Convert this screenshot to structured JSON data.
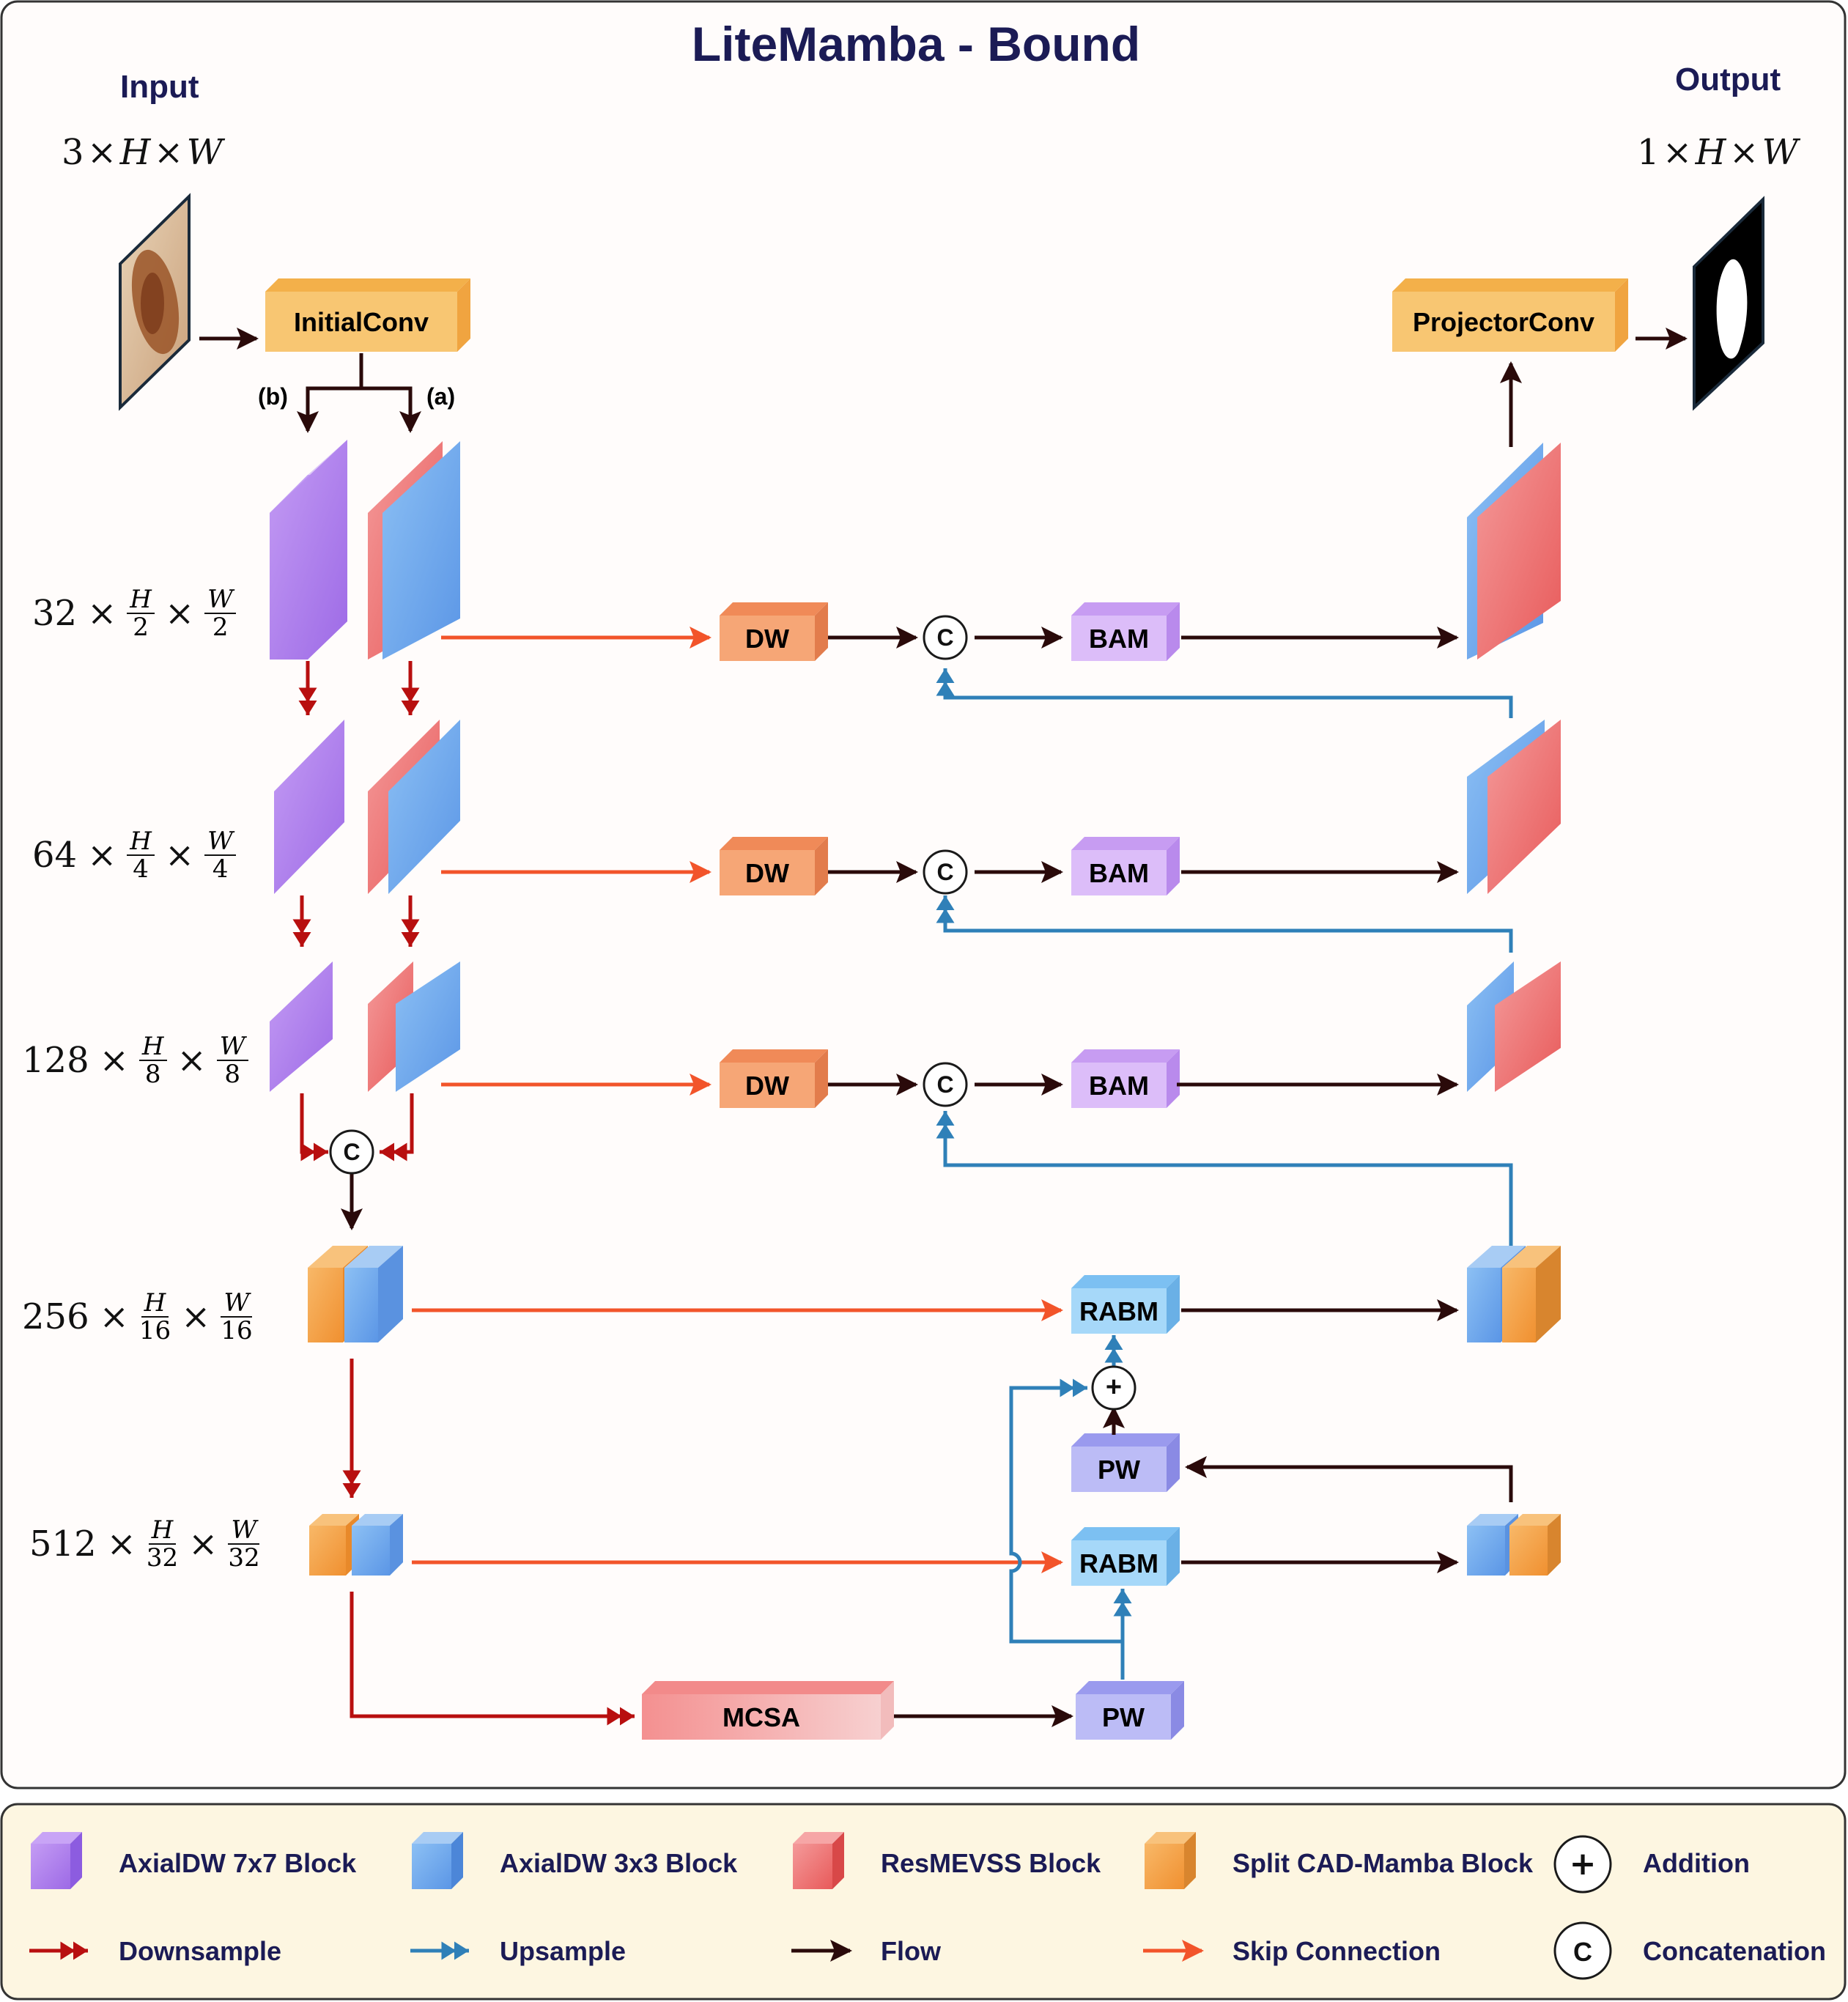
{
  "title": "LiteMamba - Bound",
  "input": {
    "label": "Input",
    "dims": [
      "3",
      "H",
      "W"
    ]
  },
  "output": {
    "label": "Output",
    "dims": [
      "1",
      "H",
      "W"
    ]
  },
  "levels": [
    {
      "channels": "32",
      "h": "H",
      "w": "W",
      "den": "2"
    },
    {
      "channels": "64",
      "h": "H",
      "w": "W",
      "den": "4"
    },
    {
      "channels": "128",
      "h": "H",
      "w": "W",
      "den": "8"
    },
    {
      "channels": "256",
      "h": "H",
      "w": "W",
      "den": "16"
    },
    {
      "channels": "512",
      "h": "H",
      "w": "W",
      "den": "32"
    }
  ],
  "times": "×",
  "blocks": {
    "initial_conv": "InitialConv",
    "projector_conv": "ProjectorConv",
    "dw": "DW",
    "bam": "BAM",
    "rabm": "RABM",
    "pw": "PW",
    "mcsa": "MCSA",
    "concat_symbol": "C",
    "add_symbol": "+"
  },
  "branches": {
    "b": "(b)",
    "a": "(a)"
  },
  "legend": {
    "items": [
      {
        "label": "AxialDW 7x7 Block",
        "icon": "purple-cube-icon"
      },
      {
        "label": "AxialDW 3x3 Block",
        "icon": "blue-cube-icon"
      },
      {
        "label": "ResMEVSS Block",
        "icon": "red-cube-icon"
      },
      {
        "label": "Split CAD-Mamba Block",
        "icon": "orange-cube-icon"
      },
      {
        "label": "Addition",
        "icon": "plus-circle-icon"
      },
      {
        "label": "Downsample",
        "icon": "red-double-arrow-icon"
      },
      {
        "label": "Upsample",
        "icon": "blue-double-arrow-icon"
      },
      {
        "label": "Flow",
        "icon": "dark-arrow-icon"
      },
      {
        "label": "Skip Connection",
        "icon": "orange-arrow-icon"
      },
      {
        "label": "Concatenation",
        "icon": "c-circle-icon"
      }
    ]
  },
  "colors": {
    "title": "#1b1b55",
    "downsample": "#b80f0f",
    "upsample": "#2f80b8",
    "flow": "#2a0a0a",
    "skip": "#f2542a",
    "axialdw7": "#b07ef0",
    "axialdw3": "#6aa8ef",
    "resmevss": "#f06d6d",
    "cadmamba": "#f7a548",
    "dw": "#f5a070",
    "bam": "#d4b0f8",
    "rabm": "#98d2f8",
    "pw": "#b2b2f4",
    "mcsa": "#f49c9c",
    "conv": "#f8c26a",
    "legend_bg": "#fdf6e1"
  }
}
